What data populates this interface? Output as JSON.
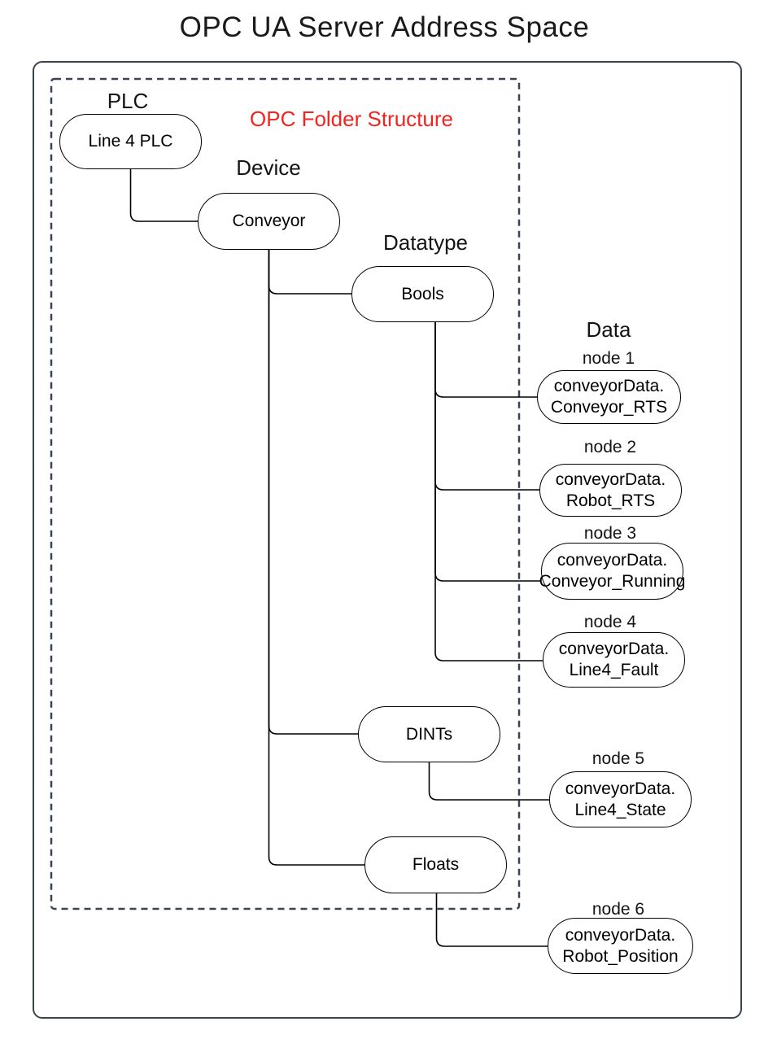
{
  "page": {
    "title": "OPC UA Server Address Space"
  },
  "overlay": {
    "label": "OPC Folder Structure"
  },
  "levels": {
    "plc": "PLC",
    "device": "Device",
    "datatype": "Datatype",
    "data": "Data"
  },
  "tree": {
    "plc_node": "Line 4 PLC",
    "device_node": "Conveyor",
    "datatype_nodes": {
      "bools": "Bools",
      "dints": "DINTs",
      "floats": "Floats"
    },
    "data_nodes": [
      {
        "id": "node 1",
        "parent": "Bools",
        "line1": "conveyorData.",
        "line2": "Conveyor_RTS"
      },
      {
        "id": "node 2",
        "parent": "Bools",
        "line1": "conveyorData.",
        "line2": "Robot_RTS"
      },
      {
        "id": "node 3",
        "parent": "Bools",
        "line1": "conveyorData.",
        "line2": "Conveyor_Running"
      },
      {
        "id": "node 4",
        "parent": "Bools",
        "line1": "conveyorData.",
        "line2": "Line4_Fault"
      },
      {
        "id": "node 5",
        "parent": "DINTs",
        "line1": "conveyorData.",
        "line2": "Line4_State"
      },
      {
        "id": "node 6",
        "parent": "Floats",
        "line1": "conveyorData.",
        "line2": "Robot_Position"
      }
    ]
  },
  "colors": {
    "frame_border": "#3b4350",
    "connector": "#000000",
    "node_border": "#000000",
    "folder_label_red": "#f52320"
  }
}
